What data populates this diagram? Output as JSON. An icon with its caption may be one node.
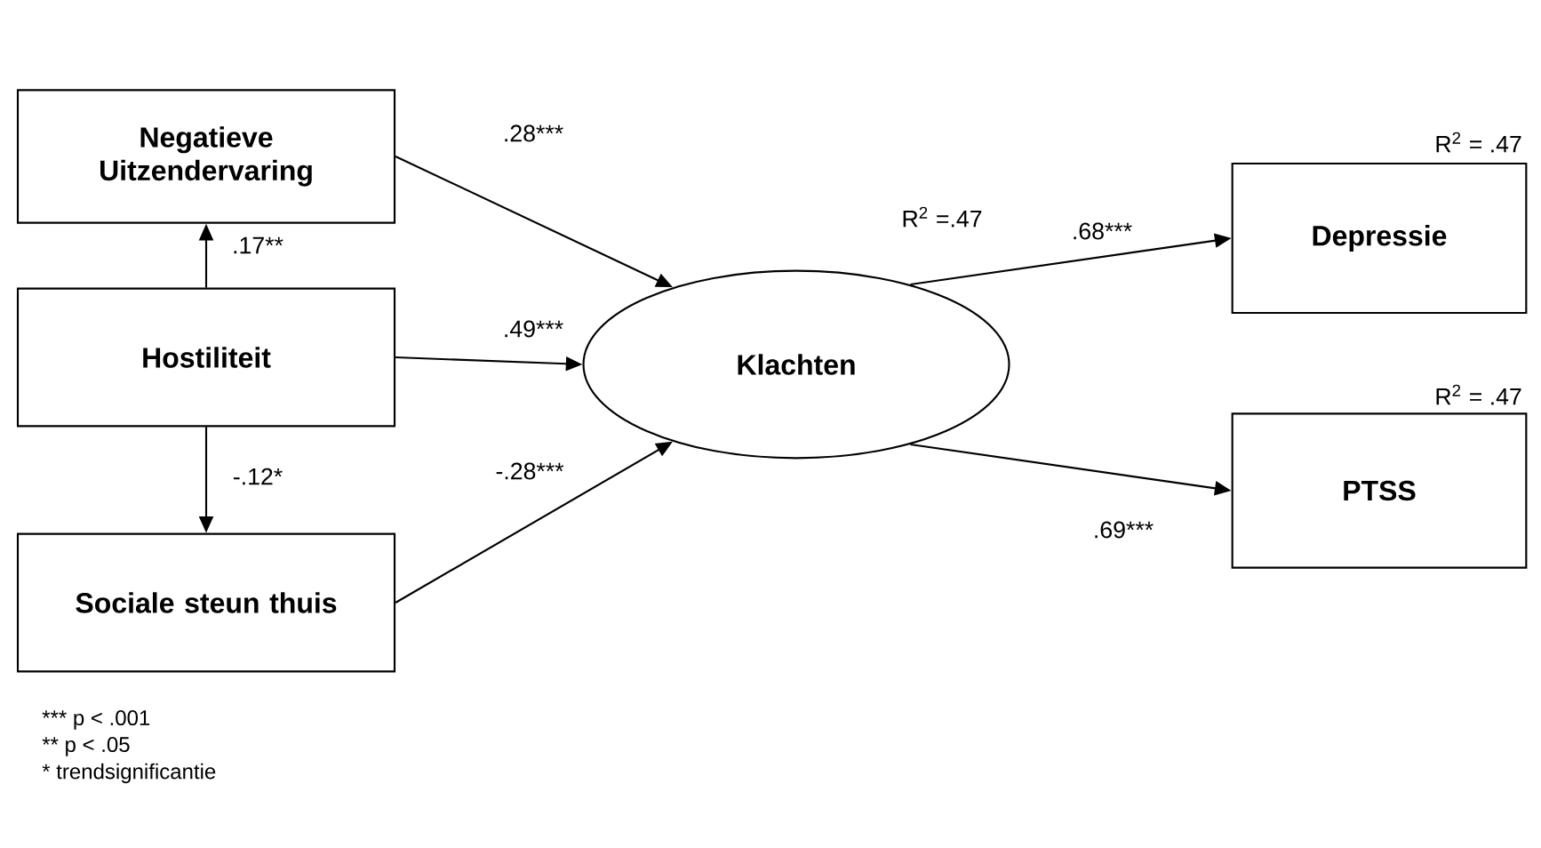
{
  "diagram": {
    "nodes": [
      {
        "text": [
          "Negatieve Uitzendervaring"
        ]
      },
      {
        "text": [
          "Hostiliteit"
        ]
      },
      {
        "text": [
          "Sociale steun thuis"
        ]
      },
      {
        "text": [
          "Klachten"
        ],
        "beside": [
          "R$^{2}$ =.47"
        ]
      },
      {
        "text": [
          "Depressie"
        ],
        "beside": [
          "R$^{2}$ = .47"
        ]
      },
      {
        "text": [
          "PTSS"
        ],
        "beside": [
          "R$^{2}$ = .47"
        ]
      }
    ],
    "edges": [
      {
        "from": 1,
        "to": 0,
        "arrow": "to",
        "label": ".17**"
      },
      {
        "from": 1,
        "to": 2,
        "arrow": "to",
        "label": "-.12*"
      },
      {
        "from": 0,
        "to": 3,
        "arrow": "to",
        "label": ".28***"
      },
      {
        "from": 1,
        "to": 3,
        "arrow": "to",
        "label": ".49***"
      },
      {
        "from": 2,
        "to": 3,
        "arrow": "to",
        "label": "-.28***"
      },
      {
        "from": 3,
        "to": 4,
        "arrow": "to",
        "label": ".68***"
      },
      {
        "from": 3,
        "to": 5,
        "arrow": "to",
        "label": ".69***"
      }
    ],
    "labels": [
      "*** p < .001",
      "** p < .05",
      "* trendsignificantie"
    ]
  }
}
